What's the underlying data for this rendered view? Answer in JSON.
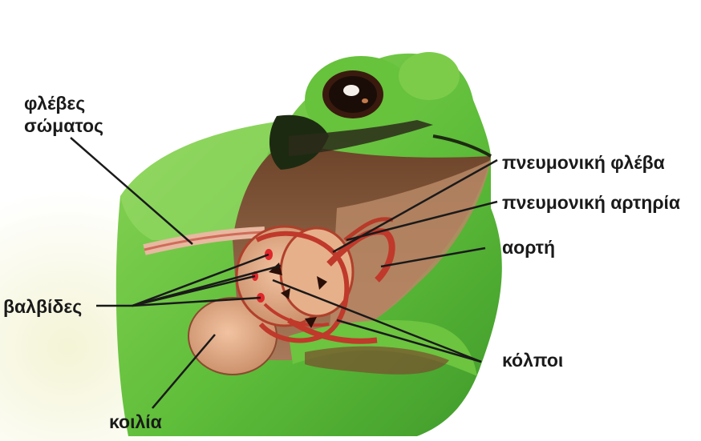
{
  "labels": {
    "body_veins_line1": "φλέβες",
    "body_veins_line2": "σώματος",
    "pulmonary_vein": "πνευμονική φλέβα",
    "pulmonary_artery": "πνευμονική αρτηρία",
    "aorta": "αορτή",
    "valves": "βαλβίδες",
    "atria": "κόλποι",
    "ventricle": "κοιλία"
  },
  "colors": {
    "frog_skin": "#5fbe3a",
    "frog_skin_dark": "#3f9a2a",
    "throat": "#8a5a3c",
    "heart": "#d9a27e",
    "vessels": "#c0392b",
    "leader_lines": "#1a1a1a"
  },
  "icons": {
    "eye": "frog-eye-icon"
  }
}
